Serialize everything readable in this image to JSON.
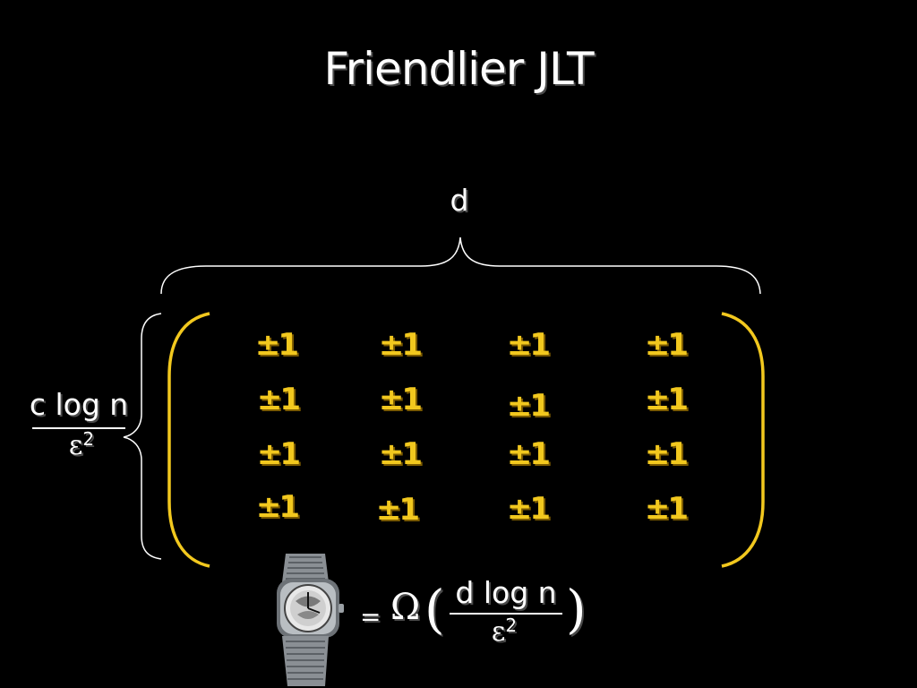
{
  "slide": {
    "title": "Friendlier JLT",
    "column_label": "d",
    "row_label": {
      "numerator": "c log n",
      "denominator_symbol": "ε",
      "denominator_exp": "2"
    },
    "matrix": {
      "entry_color": "#f2c81e",
      "rows": [
        [
          "±1",
          "±1",
          "±1",
          "±1"
        ],
        [
          "±1",
          "±1",
          "±1",
          "±1"
        ],
        [
          "±1",
          "±1",
          "±1",
          "±1"
        ],
        [
          "±1",
          "±1",
          "±1",
          "±1"
        ]
      ]
    },
    "formula": {
      "equals": "=",
      "omega": "Ω",
      "lparen": "(",
      "rparen": ")",
      "numerator": "d log n",
      "denominator_symbol": "ε",
      "denominator_exp": "2"
    },
    "image": {
      "icon": "wristwatch"
    },
    "colors": {
      "background": "#000000",
      "text": "#ffffff",
      "accent": "#f2c81e"
    }
  }
}
